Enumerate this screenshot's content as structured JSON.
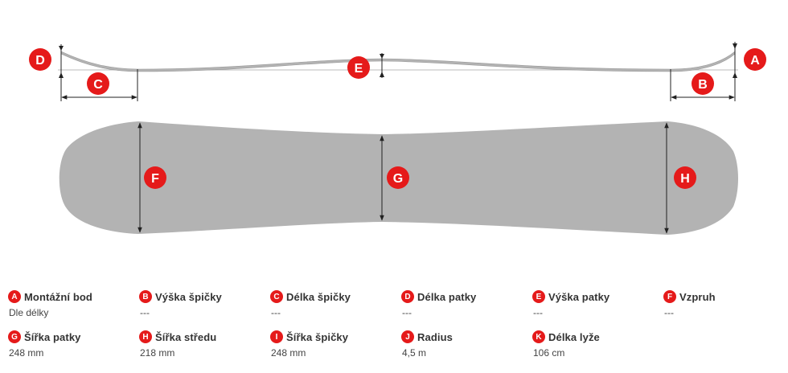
{
  "colors": {
    "marker": "#e51a1a",
    "board_fill": "#b3b3b3",
    "line": "#222222",
    "text": "#333333"
  },
  "diagram": {
    "markers": {
      "A": "A",
      "B": "B",
      "C": "C",
      "D": "D",
      "E": "E",
      "F": "F",
      "G": "G",
      "H": "H"
    }
  },
  "specs": [
    {
      "key": "A",
      "label": "Montážní bod",
      "value": "Dle délky"
    },
    {
      "key": "B",
      "label": "Výška špičky",
      "value": "---"
    },
    {
      "key": "C",
      "label": "Délka špičky",
      "value": "---"
    },
    {
      "key": "D",
      "label": "Délka patky",
      "value": "---"
    },
    {
      "key": "E",
      "label": "Výška patky",
      "value": "---"
    },
    {
      "key": "F",
      "label": "Vzpruh",
      "value": "---"
    },
    {
      "key": "G",
      "label": "Šířka patky",
      "value": "248 mm"
    },
    {
      "key": "H",
      "label": "Šířka středu",
      "value": "218 mm"
    },
    {
      "key": "I",
      "label": "Šířka špičky",
      "value": "248 mm"
    },
    {
      "key": "J",
      "label": "Radius",
      "value": "4,5 m"
    },
    {
      "key": "K",
      "label": "Délka lyže",
      "value": "106 cm"
    }
  ]
}
